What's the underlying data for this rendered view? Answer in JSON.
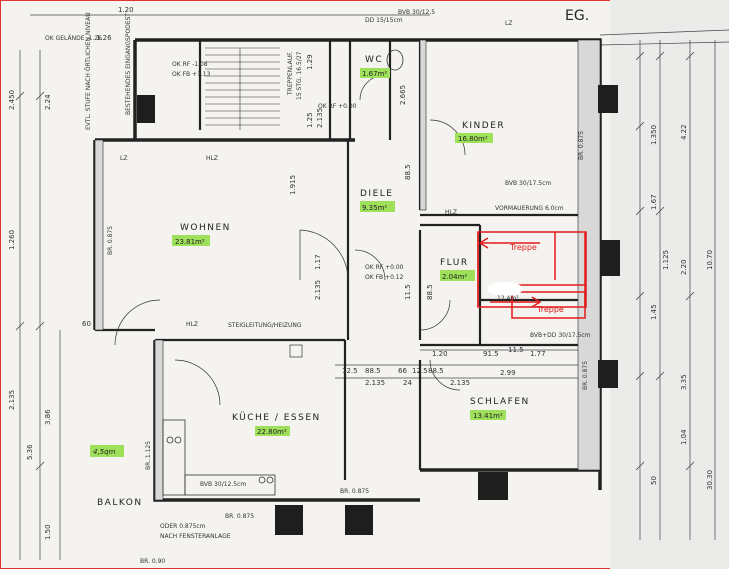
{
  "floor_label": "EG.",
  "rooms": {
    "wohnen": {
      "name": "WOHNEN",
      "area": "23.81m²"
    },
    "kinder": {
      "name": "KINDER",
      "area": "16.80m²"
    },
    "diele": {
      "name": "DIELE",
      "area": "9.35m²"
    },
    "flur": {
      "name": "FLUR",
      "area": "2.04m²"
    },
    "kueche": {
      "name": "KÜCHE / ESSEN",
      "area": "22.80m²"
    },
    "schlafen": {
      "name": "SCHLAFEN",
      "area": "13.41m²"
    },
    "wc": {
      "name": "WC",
      "area": "1.67m²"
    },
    "balkon": {
      "name": "BALKON",
      "area": "4,5qm"
    },
    "small_room_area": "12.4m²"
  },
  "annotations": {
    "treppe_1": "Treppe",
    "treppe_2": "Treppe",
    "ok_gelaende": "OK GELÄNDE -1.26",
    "ok_rf_top": "OK RF -1.08",
    "ok_fb_top": "OK FB +1.13",
    "ok_rf_mid": "OK RF +0.00",
    "ok_rf_flur": "OK RF +0.00",
    "ok_fb_flur": "OK FB +0.12",
    "treppenlauf": "TREPPENLAUF.",
    "treppe_stg": "15 STG. 16.5/27",
    "evtl_stufe": "EVTL. STUFE NACH ÖRTLICHEN NIVEAU",
    "bestehendes": "BESTEHENDES EINGANGSPODEST",
    "steigleitung": "STEIGLEITUNG/HEIZUNG",
    "hlz": "HLZ",
    "lz": "LZ",
    "bvb_top": "BVB 30/12.5",
    "dd": "DD 15/15cm",
    "bvb_kinder": "BVB 30/17.5cm",
    "vormauerung": "VORMAUERUNG 6.0cm",
    "bvb_schlafen": "BVB+DD 30/17.5cm",
    "bvb_kueche": "BVB 30/12.5cm",
    "oder": "ODER 0.875cm",
    "nach_fenster": "NACH FENSTERANLAGE",
    "br_1": "BR. 0.875",
    "br_2": "BR. 0.875",
    "br_3": "BR. 0.875",
    "br_4": "BR..1.125",
    "br_5": "BR. 0.90",
    "br_6": "BR. 0.875",
    "br_7": "BR. 0.875"
  },
  "dimensions": {
    "d_120": "1.20",
    "d_126": "1.26",
    "d_2450": "2.450",
    "d_224": "2.24",
    "d_1260": "1.260",
    "d_60": "60",
    "d_2135": "2.135",
    "d_386": "3.86",
    "d_536": "5.36",
    "d_150": "1.50",
    "d_1915": "1.915",
    "d_117": "1.17",
    "d_2135b": "2.135",
    "d_885": "88.5",
    "d_115": "11.5",
    "d_885b": "88.5",
    "d_2665": "2.665",
    "d_125": "1.25",
    "d_2135c": "2.135",
    "d_129": "1.29",
    "d_125b": "12.5",
    "d_885c": "88.5",
    "d_66": "66",
    "d_885d": "88.5",
    "d_125c": "12.5",
    "d_2135d": "2.135",
    "d_24": "24",
    "d_2135e": "2.135",
    "d_120b": "1.20",
    "d_915": "91.5",
    "d_115b": "11.5",
    "d_177": "1.77",
    "d_299": "2.99",
    "d_1070": "10.70",
    "d_220": "2.20",
    "d_335": "3.35",
    "d_104": "1.04",
    "d_1350": "1.350",
    "d_145": "1.45",
    "d_167": "1.67",
    "d_1125": "1.125",
    "d_422": "4.22",
    "d_3030": "30.30",
    "d_50": "50"
  }
}
